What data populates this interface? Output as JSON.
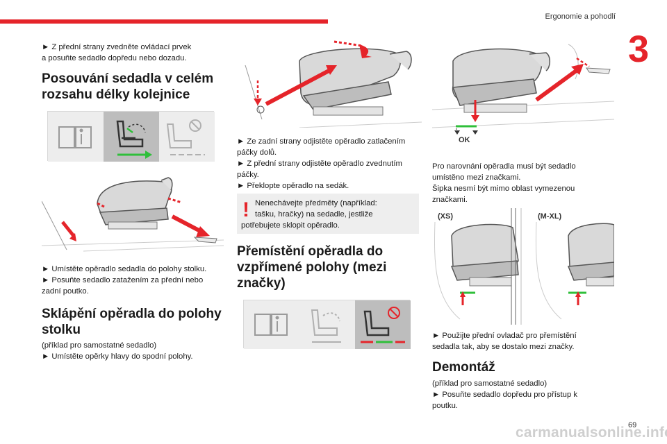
{
  "header": {
    "section_title": "Ergonomie a pohodlí",
    "chapter_number": "3"
  },
  "col1": {
    "intro": [
      "► Z přední strany zvedněte ovládací prvek",
      "a posuňte sedadlo dopředu nebo dozadu."
    ],
    "heading1": [
      "Posouvání sedadla v celém",
      "rozsahu délky kolejnice"
    ],
    "para1": [
      "► Umístěte opěradlo sedadla do polohy stolku.",
      "► Posuňte sedadlo zatažením za přední nebo",
      "zadní poutko."
    ],
    "heading2": [
      "Sklápění opěradla do polohy",
      "stolku"
    ],
    "para2": [
      "(příklad pro samostatné sedadlo)",
      "► Umístěte opěrky hlavy do spodní polohy."
    ]
  },
  "col2": {
    "para1": [
      "► Ze zadní strany odjistěte opěradlo zatlačením",
      "páčky dolů.",
      "► Z přední strany odjistěte opěradlo zvednutím",
      "páčky.",
      "► Překlopte opěradlo na sedák."
    ],
    "warning": [
      "Nenechávejte předměty (například:",
      "tašku, hračky) na sedadle, jestliže",
      "potřebujete sklopit opěradlo."
    ],
    "warning_mark": "!",
    "heading": [
      "Přemístění opěradla do",
      "vzpřímené polohy (mezi",
      "značky)"
    ]
  },
  "col3": {
    "ok_label": "OK",
    "para1": [
      "Pro narovnání opěradla musí být sedadlo",
      "umístěno mezi značkami.",
      "Šipka nesmí být mimo oblast vymezenou",
      "značkami."
    ],
    "size_xs": "(XS)",
    "size_mxl": "(M-XL)",
    "para2": [
      "► Použijte přední ovladač pro přemístění",
      "sedadla tak, aby se dostalo mezi značky."
    ],
    "heading": "Demontáž",
    "para3": [
      "(příklad pro samostatné sedadlo)",
      "► Posuňte sedadlo dopředu pro přístup k",
      "poutku."
    ]
  },
  "footer": {
    "page_number": "69",
    "watermark": "carmanualsonline.info"
  },
  "icons": [
    "book-icon",
    "seat-slide-icon",
    "seat-forbidden-icon"
  ],
  "colors": {
    "accent": "#e5242a",
    "panel": "#ededed",
    "green": "#2fbf3a",
    "gray_text": "#1a1a1a"
  }
}
